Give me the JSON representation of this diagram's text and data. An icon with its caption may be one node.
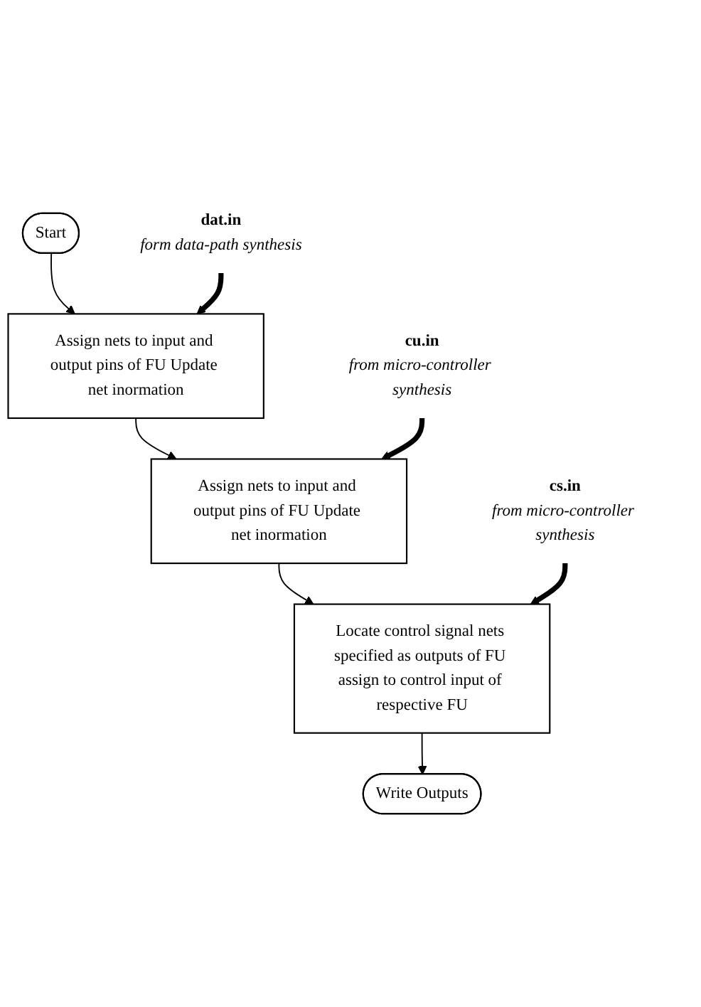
{
  "diagram": {
    "nodes": [
      {
        "text": [
          "Start"
        ]
      },
      {
        "text": [
          "dat.in",
          "form data-path synthesis"
        ]
      },
      {
        "text": [
          "Assign nets to input and output pins of FU Update net inormation"
        ]
      },
      {
        "text": [
          "cu.in",
          "from micro-controller synthesis"
        ]
      },
      {
        "text": [
          "Assign nets to input and output pins of FU Update net inormation"
        ]
      },
      {
        "text": [
          "cs.in",
          "from micro-controller synthesis"
        ]
      },
      {
        "text": [
          "Locate control signal nets specified as outputs of FU assign to control input of respective FU"
        ]
      },
      {
        "text": [
          "Write Outputs"
        ]
      }
    ],
    "edges": [
      {
        "from": 0,
        "to": 2,
        "arrow": "to"
      },
      {
        "from": 1,
        "to": 2,
        "arrow": "to",
        "style": "thick"
      },
      {
        "from": 2,
        "to": 4,
        "arrow": "to"
      },
      {
        "from": 3,
        "to": 4,
        "arrow": "to",
        "style": "thick"
      },
      {
        "from": 4,
        "to": 6,
        "arrow": "to"
      },
      {
        "from": 5,
        "to": 6,
        "arrow": "to",
        "style": "thick"
      },
      {
        "from": 6,
        "to": 7,
        "arrow": "to"
      }
    ]
  }
}
